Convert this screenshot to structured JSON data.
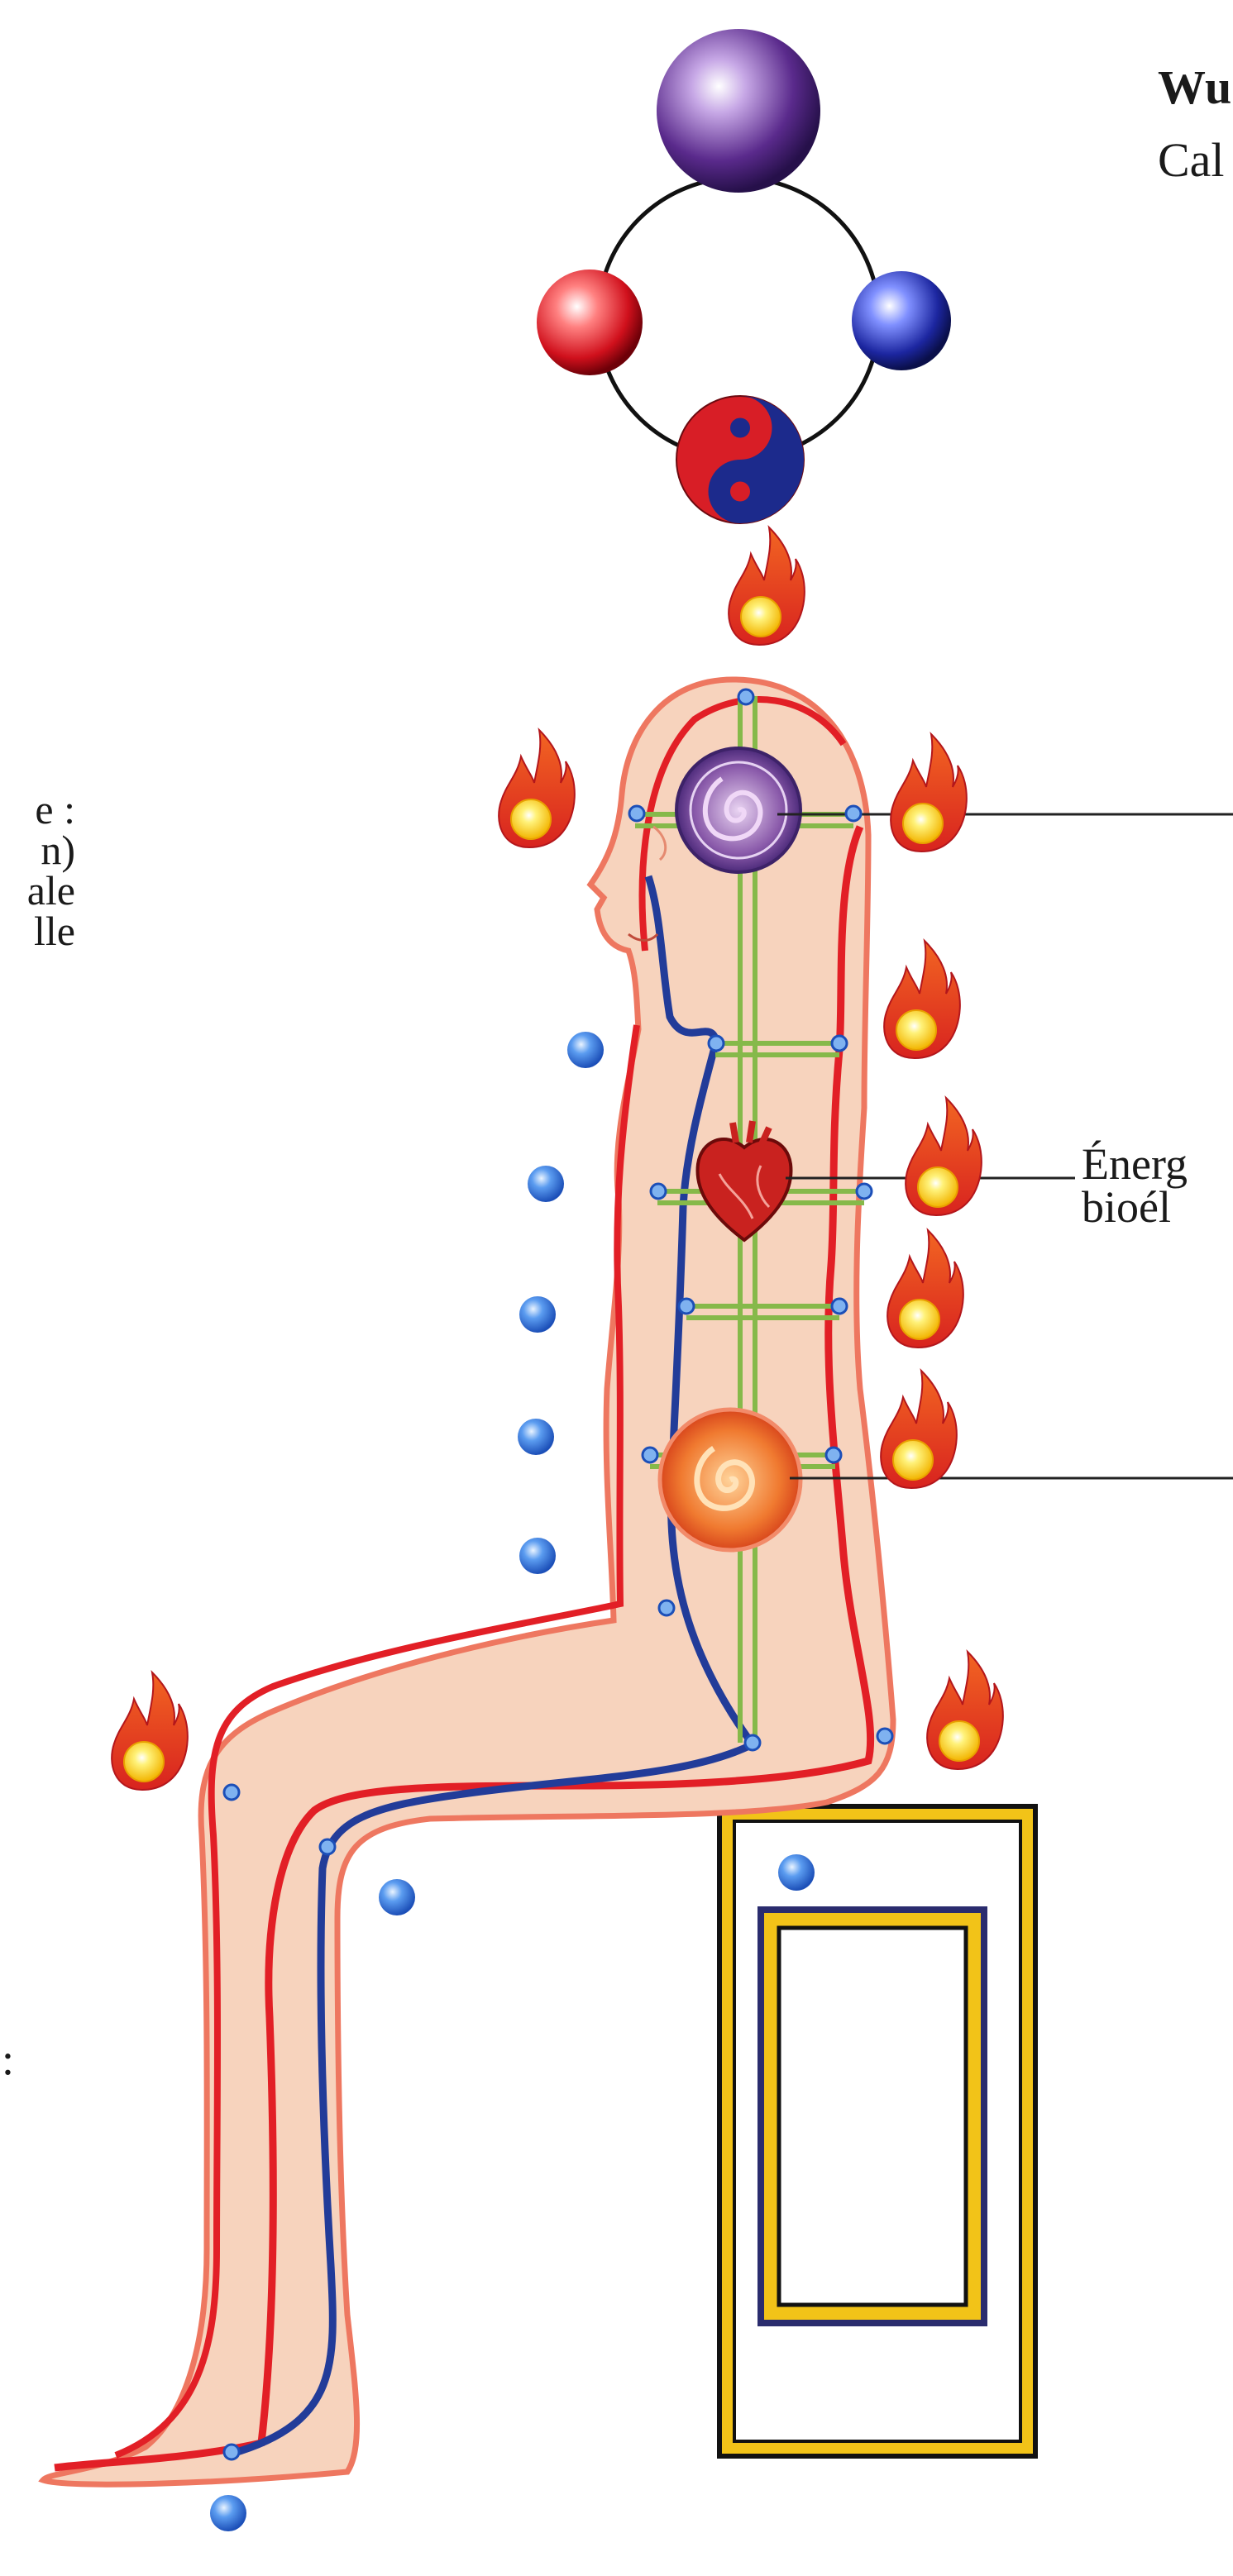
{
  "heading": {
    "title": "Wu",
    "subtitle": "Cal"
  },
  "left_label": {
    "lines": [
      "e :",
      "n)",
      "ale",
      "lle"
    ]
  },
  "right_label": {
    "lines": [
      "Énerg",
      "bioél"
    ]
  },
  "left_colon": ":",
  "colors": {
    "body_fill": "#f7d3bd",
    "body_outline": "#ee7760",
    "yang_channel": "#e21f26",
    "yin_channel": "#223c99",
    "meridian_green": "#86b94a",
    "node_blue": "#3a78dc",
    "flame_orange": "#f05a28",
    "flame_core": "#ffe03a",
    "seat_gold": "#f2c318",
    "seat_navy": "#2a2c6e"
  }
}
